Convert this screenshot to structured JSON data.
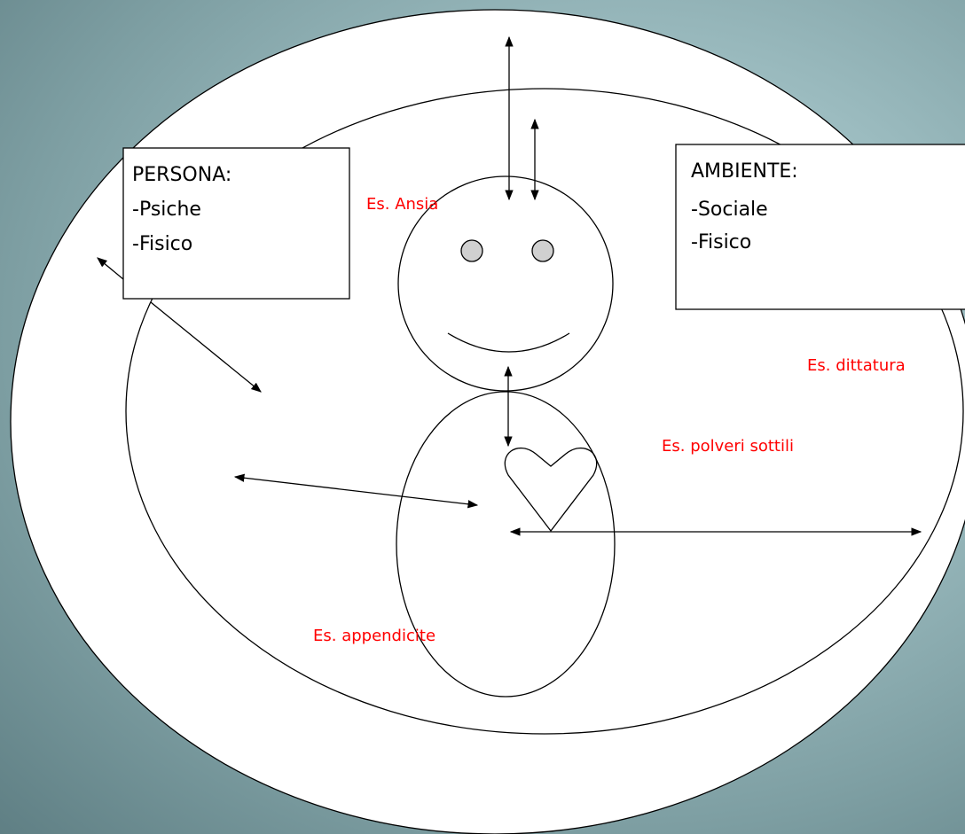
{
  "persona_box": {
    "title": "PERSONA:",
    "items": [
      "-Psiche",
      "-Fisico"
    ]
  },
  "ambiente_box": {
    "title": "AMBIENTE:",
    "items": [
      "-Sociale",
      "-Fisico"
    ]
  },
  "examples": {
    "ansia": "Es. Ansia",
    "dittatura": "Es. dittatura",
    "polveri": "Es. polveri sottili",
    "appendicite": "Es. appendicite"
  },
  "colors": {
    "background": "#8fb0b4",
    "example_text": "#ff0000",
    "eyes": "#d0d0d0"
  }
}
